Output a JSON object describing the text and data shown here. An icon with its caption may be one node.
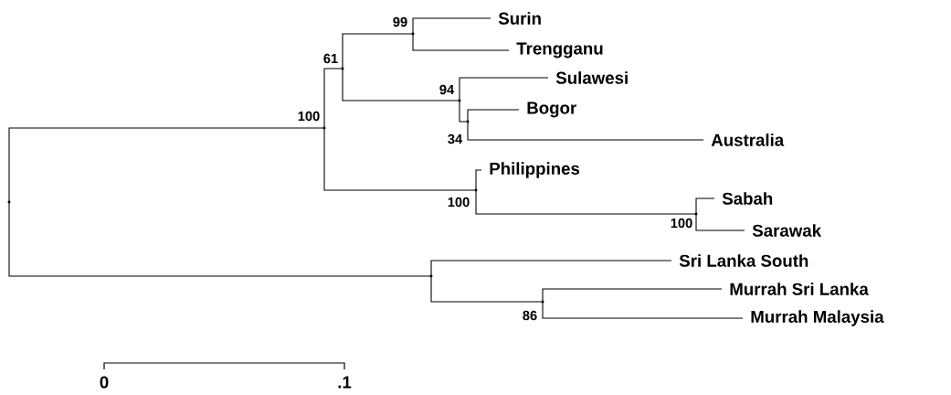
{
  "diagram": {
    "nodes": [
      {
        "text": [],
        "shape": "point"
      },
      {
        "text": [],
        "shape": "point",
        "beside": [
          "100"
        ]
      },
      {
        "text": [],
        "shape": "point",
        "beside": [
          "61"
        ]
      },
      {
        "text": [],
        "shape": "point",
        "beside": [
          "99"
        ]
      },
      {
        "text": [
          "Surin"
        ]
      },
      {
        "text": [
          "Trengganu"
        ]
      },
      {
        "text": [],
        "shape": "point",
        "beside": [
          "94"
        ]
      },
      {
        "text": [
          "Sulawesi"
        ]
      },
      {
        "text": [],
        "shape": "point",
        "beside": [
          "34"
        ]
      },
      {
        "text": [
          "Bogor"
        ]
      },
      {
        "text": [
          "Australia"
        ]
      },
      {
        "text": [],
        "shape": "point",
        "beside": [
          "100"
        ]
      },
      {
        "text": [
          "Philippines"
        ]
      },
      {
        "text": [],
        "shape": "point",
        "beside": [
          "100"
        ]
      },
      {
        "text": [
          "Sabah"
        ]
      },
      {
        "text": [
          "Sarawak"
        ]
      },
      {
        "text": [],
        "shape": "point"
      },
      {
        "text": [
          "Sri Lanka South"
        ]
      },
      {
        "text": [],
        "shape": "point",
        "beside": [
          "86"
        ]
      },
      {
        "text": [
          "Murrah Sri Lanka"
        ]
      },
      {
        "text": [
          "Murrah Malaysia"
        ]
      }
    ],
    "edges": [
      {
        "from": 0,
        "to": 1,
        "arrow": "none"
      },
      {
        "from": 1,
        "to": 2,
        "arrow": "none"
      },
      {
        "from": 2,
        "to": 3,
        "arrow": "none"
      },
      {
        "from": 3,
        "to": 4,
        "arrow": "none"
      },
      {
        "from": 3,
        "to": 5,
        "arrow": "none"
      },
      {
        "from": 2,
        "to": 6,
        "arrow": "none"
      },
      {
        "from": 6,
        "to": 7,
        "arrow": "none"
      },
      {
        "from": 6,
        "to": 8,
        "arrow": "none"
      },
      {
        "from": 8,
        "to": 9,
        "arrow": "none"
      },
      {
        "from": 8,
        "to": 10,
        "arrow": "none"
      },
      {
        "from": 1,
        "to": 11,
        "arrow": "none"
      },
      {
        "from": 11,
        "to": 12,
        "arrow": "none"
      },
      {
        "from": 11,
        "to": 13,
        "arrow": "none"
      },
      {
        "from": 13,
        "to": 14,
        "arrow": "none"
      },
      {
        "from": 13,
        "to": 15,
        "arrow": "none"
      },
      {
        "from": 0,
        "to": 16,
        "arrow": "none"
      },
      {
        "from": 16,
        "to": 17,
        "arrow": "none"
      },
      {
        "from": 16,
        "to": 18,
        "arrow": "none"
      },
      {
        "from": 18,
        "to": 19,
        "arrow": "none"
      },
      {
        "from": 18,
        "to": 20,
        "arrow": "none"
      }
    ],
    "labels": [
      "0",
      ".1"
    ]
  }
}
